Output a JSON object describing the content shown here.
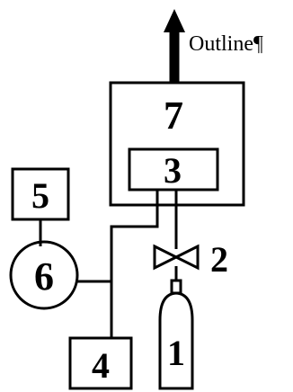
{
  "diagram": {
    "outlet_label": "Outline¶",
    "labels": {
      "n1": "1",
      "n2": "2",
      "n3": "3",
      "n4": "4",
      "n5": "5",
      "n6": "6",
      "n7": "7"
    }
  },
  "colors": {
    "line": "#000000",
    "background": "#ffffff"
  }
}
